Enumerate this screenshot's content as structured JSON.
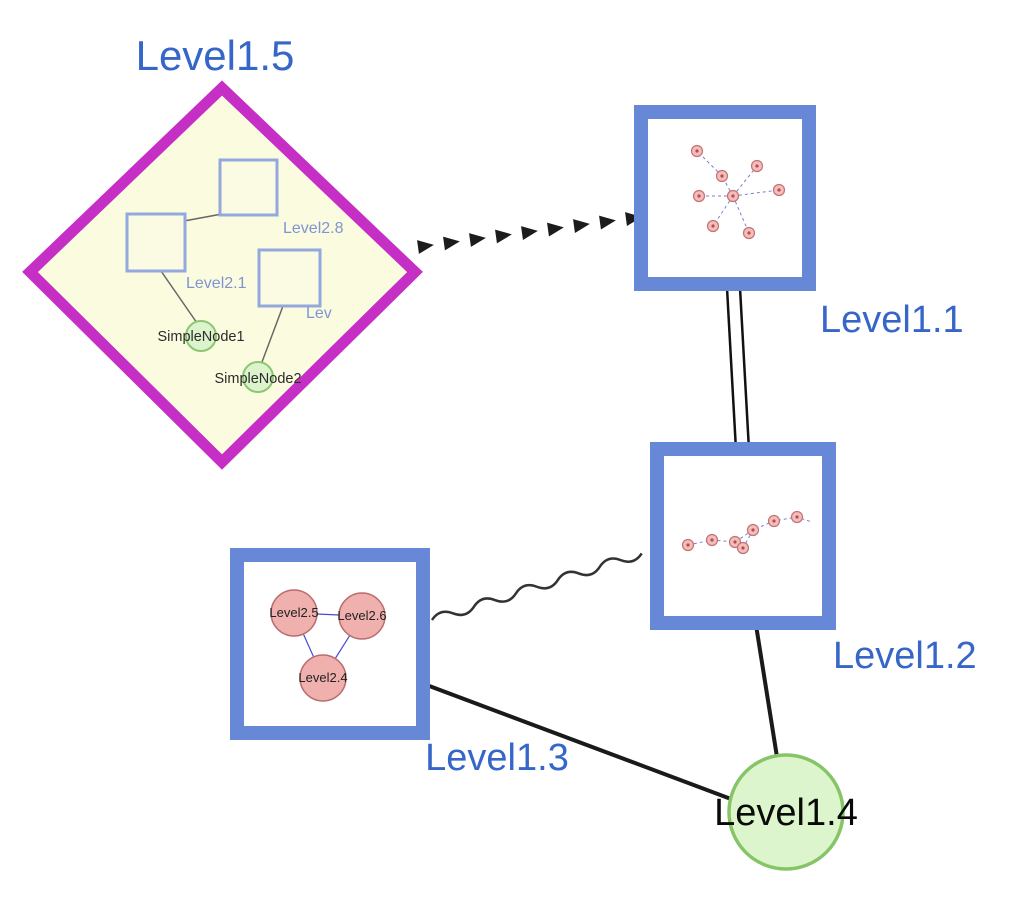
{
  "diagram": {
    "group": {
      "label": "Level1.5",
      "inner_squares": [
        {
          "label": "Level2.8"
        },
        {
          "label": "Level2.1"
        },
        {
          "label": "Lev"
        }
      ],
      "simple_nodes": [
        {
          "label": "SimpleNode1"
        },
        {
          "label": "SimpleNode2"
        }
      ]
    },
    "nodes": [
      {
        "id": "level1-1",
        "label": "Level1.1",
        "type": "group-box"
      },
      {
        "id": "level1-2",
        "label": "Level1.2",
        "type": "group-box"
      },
      {
        "id": "level1-3",
        "label": "Level1.3",
        "type": "group-box"
      },
      {
        "id": "level1-4",
        "label": "Level1.4",
        "type": "circle"
      }
    ],
    "level13_children": [
      {
        "label": "Level2.5"
      },
      {
        "label": "Level2.6"
      },
      {
        "label": "Level2.4"
      }
    ],
    "edges": [
      {
        "from": "Level1.5",
        "to": "Level1.1",
        "style": "dashed-arrow"
      },
      {
        "from": "Level1.1",
        "to": "Level1.2",
        "style": "double-line"
      },
      {
        "from": "Level1.3",
        "to": "Level1.2",
        "style": "wavy"
      },
      {
        "from": "Level1.3",
        "to": "Level1.4",
        "style": "solid"
      },
      {
        "from": "Level1.2",
        "to": "Level1.4",
        "style": "solid"
      }
    ],
    "colors": {
      "group_border": "#c62fc6",
      "group_fill": "#fbfbdf",
      "box_border": "#6787d7",
      "label_blue": "#3566c8",
      "green_fill": "#ddf3cb",
      "green_border": "#86c567",
      "pink_fill": "#f0b0ae",
      "pink_border": "#b96e6e",
      "edge_black": "#1a1a1a"
    }
  }
}
